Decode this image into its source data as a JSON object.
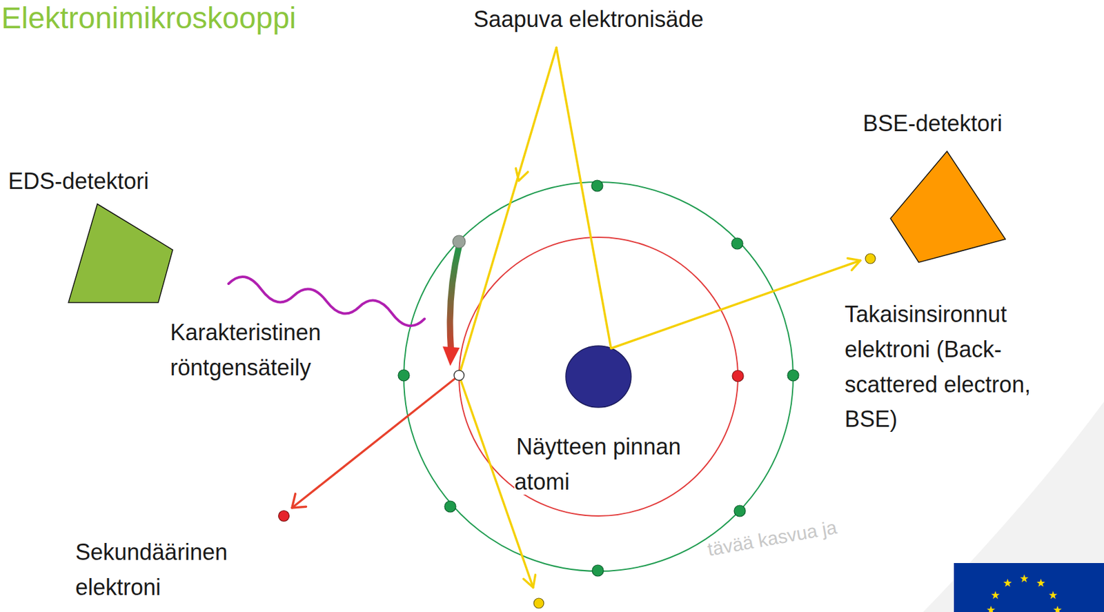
{
  "diagram": {
    "title": "Elektronimikroskooppi",
    "nodes": [
      {
        "text": [
          "BSE-detektori"
        ]
      },
      {
        "text": [
          "EDS-detektori"
        ]
      }
    ],
    "labels": [
      "Saapuva elektronisäde",
      "Karakteristinen röntgensäteily",
      "Takaisinsironnut elektroni (Back-scattered electron, BSE)",
      "Näytteen pinnan atomi",
      "Sekundäärinen elektroni",
      "tävää kasvua ja"
    ]
  }
}
